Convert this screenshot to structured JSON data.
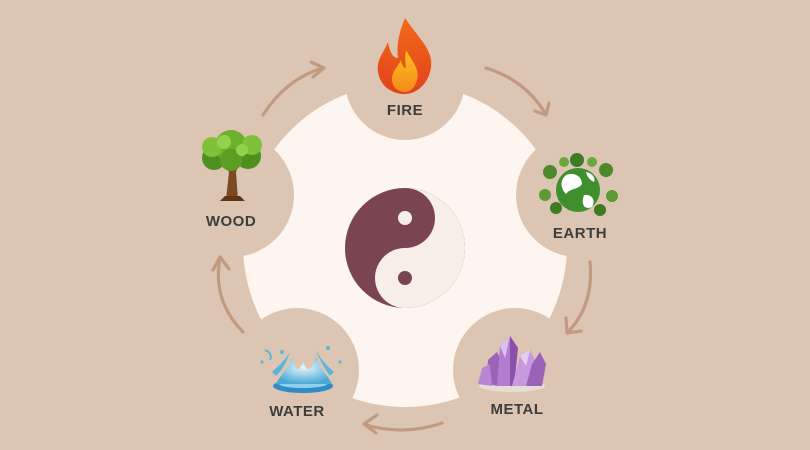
{
  "diagram": {
    "elements": [
      {
        "key": "fire",
        "label": "FIRE",
        "icon": "flame-icon"
      },
      {
        "key": "earth",
        "label": "EARTH",
        "icon": "globe-icon"
      },
      {
        "key": "metal",
        "label": "METAL",
        "icon": "crystal-icon"
      },
      {
        "key": "water",
        "label": "WATER",
        "icon": "water-splash-icon"
      },
      {
        "key": "wood",
        "label": "WOOD",
        "icon": "tree-icon"
      }
    ],
    "center_icon": "yin-yang-icon",
    "cycle_arrows": [
      "fire-to-earth",
      "earth-to-metal",
      "metal-to-water",
      "water-to-wood",
      "wood-to-fire"
    ]
  },
  "colors": {
    "background": "#dcc6b3",
    "disc": "#fdf5f0",
    "arrow": "#c19a7f",
    "yin_yang_dark": "#7a4551",
    "yin_yang_light": "#f7eee7",
    "label": "#3d3d3d"
  }
}
